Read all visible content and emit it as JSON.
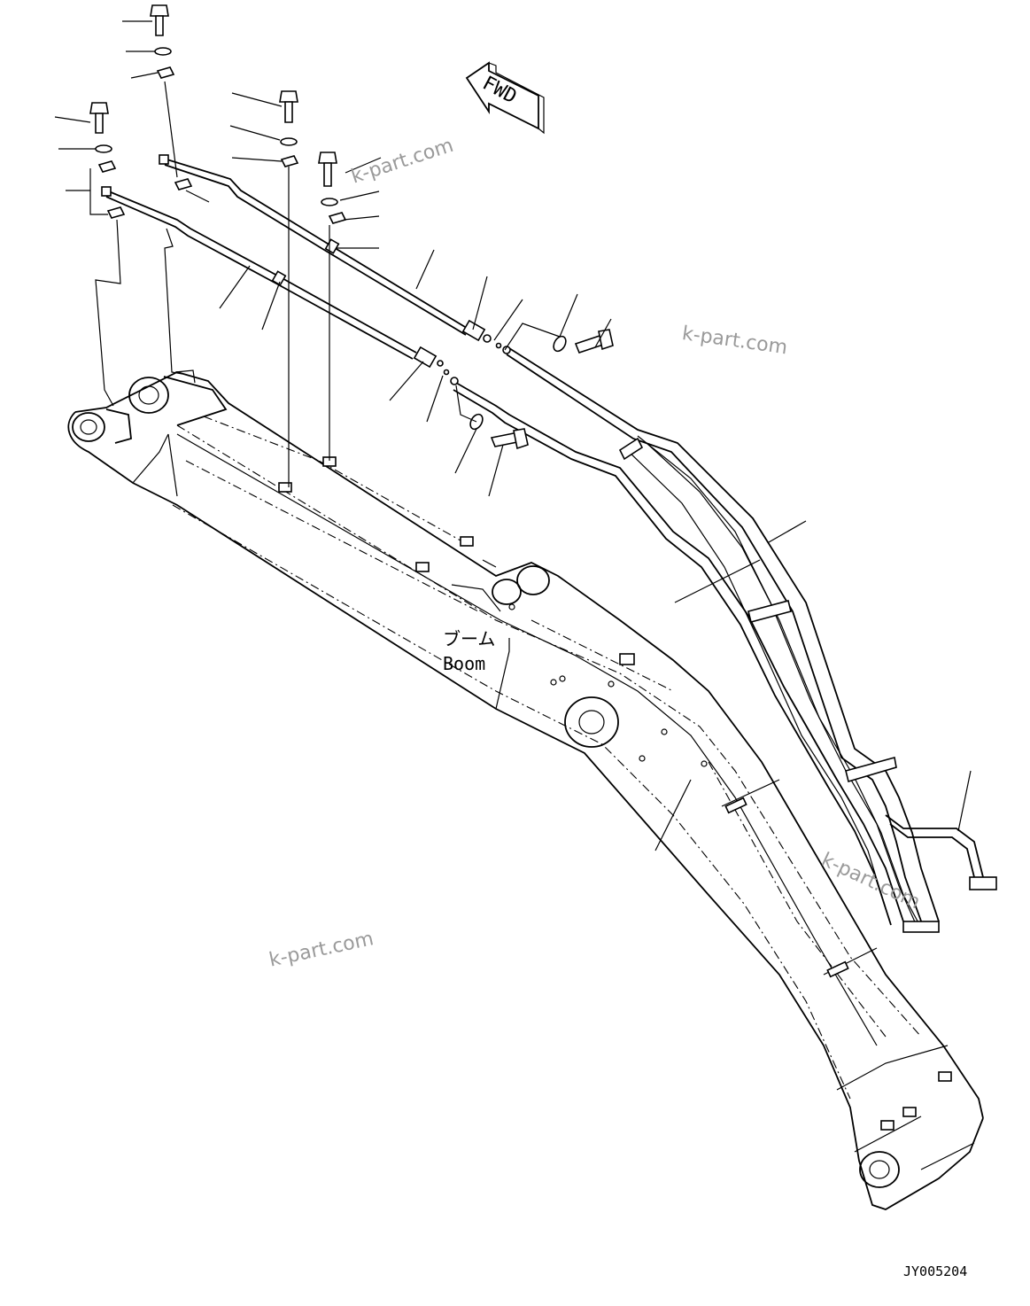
{
  "diagram": {
    "fwd_label": "FWD",
    "boom_label_ja": "ブーム",
    "boom_label_en": "Boom",
    "drawing_id": "JY005204",
    "watermarks": [
      "k-part.com",
      "k-part.com",
      "k-part.com",
      "k-part.com"
    ]
  }
}
